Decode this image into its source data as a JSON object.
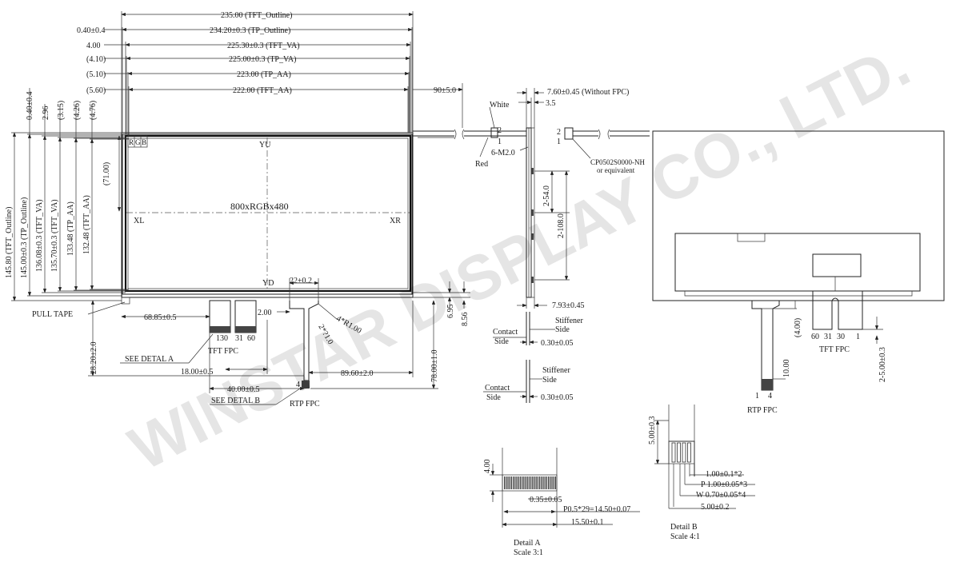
{
  "watermark": "WINSTAR DISPLAY CO., LTD.",
  "front_view": {
    "top_dims": [
      {
        "left": "",
        "label": "235.00 (TFT_Outline)"
      },
      {
        "left": "0.40±0.4",
        "label": "234.20±0.3 (TP_Outline)"
      },
      {
        "left": "4.00",
        "label": "225.30±0.3 (TFT_VA)"
      },
      {
        "left": "(4.10)",
        "label": "225.00±0.3 (TP_VA)"
      },
      {
        "left": "(5.10)",
        "label": "223.00 (TP_AA)"
      },
      {
        "left": "(5.60)",
        "label": "222.00 (TFT_AA)"
      }
    ],
    "left_dims": [
      "145.80 (TFT_Outline)",
      "145.00±0.3 (TP_Outline)",
      "136.08±0.3 (TFT_VA)",
      "135.70±0.3 (TFT_VA)",
      "133.48 (TP_AA)",
      "132.48 (TFT_AA)"
    ],
    "left_top_dims": [
      "0.40±0.4",
      "2.96",
      "(3.15)",
      "(4.26)",
      "(4.76)"
    ],
    "rgb": [
      "R",
      "G",
      "B"
    ],
    "yu": "YU",
    "yd": "YD",
    "xl": "XL",
    "xr": "XR",
    "resolution": "800xRGBx480",
    "dim_71": "(71.00)",
    "cable_len": "90±5.0",
    "pull_tape": "PULL TAPE",
    "dim_68": "68.85±0.5",
    "dim_28": "28.20±2.0",
    "see_detail_a": "SEE DETAL A",
    "tft_fpc": "TFT FPC",
    "pins_a": [
      "1",
      "30",
      "31",
      "60"
    ],
    "dim_18": "18.00±0.5",
    "dim_40": "40.00±0.5",
    "see_detail_b": "SEE DETAL B",
    "dim_2": "2.00",
    "dim_22": "22±0.2",
    "r1": "4*R1.00",
    "r2": "2*?1.0",
    "pin_4": "4",
    "rtp_fpc": "RTP FPC",
    "dim_89": "89.60±2.0",
    "dim_78": "78.00±1.0",
    "dim_695": "6.95",
    "dim_856": "8.56"
  },
  "side_view": {
    "thickness": "7.60±0.45 (Without FPC)",
    "dim_35": "3.5",
    "white": "White",
    "red": "Red",
    "pin_2": "2",
    "pin_1": "1",
    "m2": "6-M2.0",
    "dim_54": "2-54.0",
    "dim_108": "2-108.0",
    "dim_793": "7.93±0.45",
    "contact_side": [
      "Contact",
      "Side"
    ],
    "stiffener_side": [
      "Stiffener",
      "Side"
    ],
    "dim_030": "0.30±0.05",
    "connector_pins": [
      "2",
      "1"
    ],
    "connector_part": "CP0502S0000-NH",
    "connector_equiv": "or equivalent"
  },
  "back_view": {
    "dim_4": "(4.00)",
    "dim_10": "10.00",
    "pins_back": [
      "60",
      "31",
      "30",
      "1"
    ],
    "tft_fpc": "TFT FPC",
    "dim_25": "2-5.00±0.3",
    "rtp_pins": [
      "1",
      "4"
    ],
    "rtp_fpc": "RTP FPC"
  },
  "detail_a": {
    "dim_400": "4.00",
    "dim_035": "0.35±0.05",
    "pitch": "P0.5*29=14.50±0.07",
    "width": "15.50±0.1",
    "title": "Detail A",
    "scale": "Scale 3:1"
  },
  "detail_b": {
    "dim_500v": "5.00±0.3",
    "dim_1": "1.00±0.1*2",
    "pitch": "P 1.00±0.05*3",
    "width": "W 0.70±0.05*4",
    "total": "5.00±0.2",
    "title": "Detail B",
    "scale": "Scale 4:1"
  }
}
